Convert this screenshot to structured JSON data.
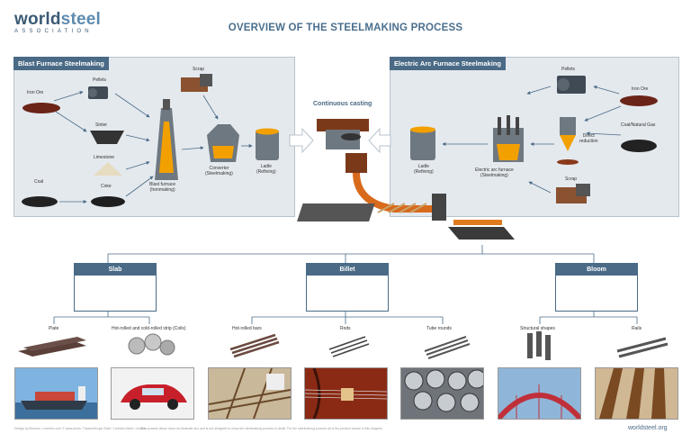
{
  "brand": {
    "logo_word_1": "world",
    "logo_word_2": "steel",
    "logo_sub": "ASSOCIATION",
    "url": "worldsteel.org"
  },
  "title": "OVERVIEW OF THE STEELMAKING PROCESS",
  "blast_furnace": {
    "title": "Blast Furnace Steelmaking",
    "labels": {
      "iron_ore": "Iron Ore",
      "pellets": "Pellets",
      "sinter": "Sinter",
      "limestone": "Limestone",
      "coal": "Coal",
      "coke": "Coke",
      "scrap": "Scrap",
      "blast_furnace_1": "Blast furnace",
      "blast_furnace_2": "(Ironmaking)",
      "converter_1": "Converter",
      "converter_2": "(Steelmaking)",
      "ladle_1": "Ladle",
      "ladle_2": "(Refining)"
    }
  },
  "continuous_casting": "Continuous casting",
  "electric_arc": {
    "title": "Electric Arc Furnace Steelmaking",
    "labels": {
      "pellets": "Pellets",
      "iron_ore": "Iron Ore",
      "coal_gas": "Coal/Natural Gas",
      "direct_1": "Direct",
      "direct_2": "reduction",
      "ladle_1": "Ladle",
      "ladle_2": "(Refining)",
      "eaf_1": "Electric arc furnace",
      "eaf_2": "(Steelmaking)",
      "scrap": "Scrap"
    }
  },
  "products": {
    "slab": "Slab",
    "billet": "Billet",
    "bloom": "Bloom",
    "plate": "Plate",
    "hot_rolled": "Hot-rolled and cold-rolled strip (Coils)",
    "hot_bars": "Hot-rolled bars",
    "rods": "Rods",
    "tube_rounds": "Tube rounds",
    "structural": "Structural shapes",
    "rails": "Rails"
  },
  "footer": {
    "left": "Design by Moesen • moesen.com    © www.photo. ThyssenKrupp Steel / Liebherr-Werk • Arcelor",
    "middle": "This process tissue does not illustrate any and is not designed to show the steelmaking process in detail. For the steelmaking process all of the product shown in this diagram"
  },
  "colors": {
    "accent": "#4a6a86",
    "panel": "#e4e9ee",
    "molten": "#f2a000",
    "copper": "#d86a1c"
  }
}
